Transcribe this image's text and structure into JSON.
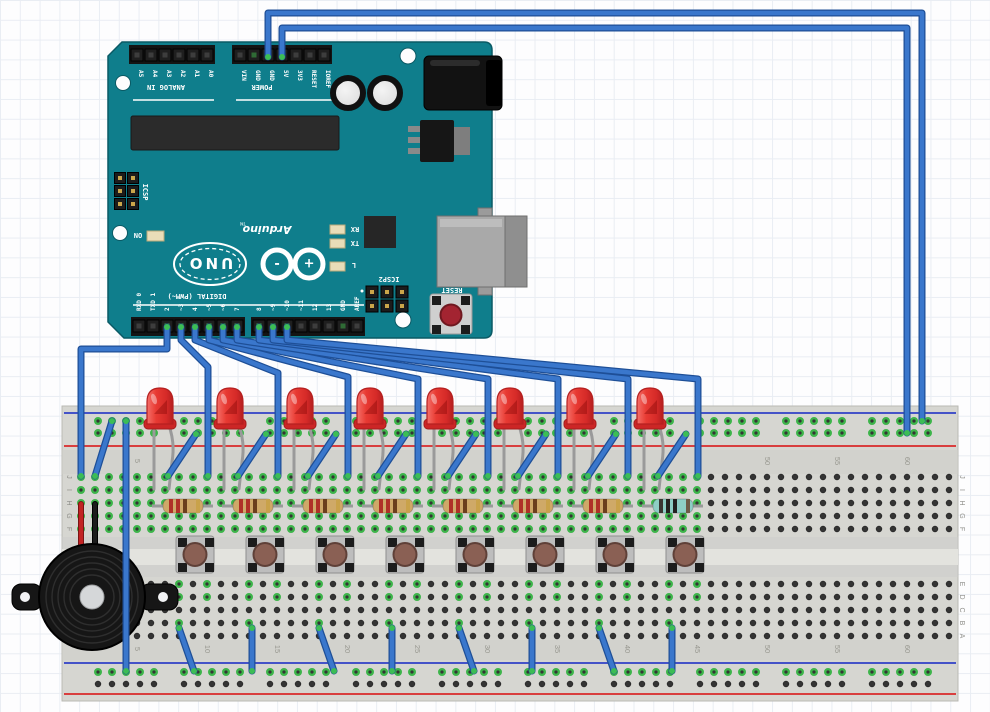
{
  "arduino": {
    "board_color": "#0f7e8c",
    "brand": "Arduino",
    "brand_tm": "TM",
    "model": "UNO",
    "logo_plus": "+",
    "logo_minus": "-",
    "labels": {
      "analog": "ANALOG IN",
      "power": "POWER",
      "digital": "DIGITAL (PWM~)",
      "on": "ON",
      "icsp": "ICSP",
      "icsp2": "ICSP2",
      "reset": "RESET",
      "rx": "RX",
      "tx": "TX",
      "led_l": "L"
    },
    "analog_pins": [
      "A5",
      "A4",
      "A3",
      "A2",
      "A1",
      "A0"
    ],
    "power_pins": [
      "VIN",
      "GND",
      "GND",
      "5V",
      "3V3",
      "RESET",
      "IOREF"
    ],
    "digital_pins": [
      "RXD 0",
      "TXD 1",
      "2",
      "~3",
      "4",
      "~5",
      "~6",
      "7",
      "8",
      "~9",
      "~10",
      "~11",
      "12",
      "13",
      "GND",
      "AREF"
    ],
    "connected_power_pins": [
      "GND",
      "5V"
    ],
    "connected_digital_pins": [
      "2",
      "~3",
      "4",
      "~5",
      "~6",
      "7",
      "8",
      "~9",
      "~10"
    ]
  },
  "breadboard": {
    "row_letters": [
      "J",
      "I",
      "H",
      "G",
      "F",
      "E",
      "D",
      "C",
      "B",
      "A"
    ],
    "column_numbers": [
      5,
      10,
      15,
      20,
      25,
      30,
      35,
      40,
      45,
      50,
      55,
      60
    ],
    "body_color": "#d6d6d1",
    "rail_blue": "#4553c8",
    "rail_red": "#d93f3f",
    "hole_green": "#3db54a"
  },
  "components": {
    "led_count": 8,
    "led_color": "#e23232",
    "button_count": 8,
    "button_body": "#bdbdbd",
    "button_cap": "#8a6054",
    "resistor_count": 8,
    "resistor_body": "#cfa968",
    "resistor_bands": [
      "#b03028",
      "#b03028",
      "#6b3f1d",
      "#c9a24a"
    ],
    "resistor_last_body": "#8ecfc5",
    "resistor_last_bands": [
      "#3a3632",
      "#242220",
      "#242220",
      "#6e5b46"
    ],
    "buzzer_color": "#161616",
    "buzzer_wire_colors": [
      "#c22323",
      "#1c1c1c"
    ]
  },
  "wires": {
    "blue": "#3a77cc",
    "blue_outline": "#1e4f97",
    "red": "#c22323",
    "red_outline": "#7a1515",
    "black": "#222222",
    "black_outline": "#000000",
    "end_dot": "#3cc14e"
  }
}
